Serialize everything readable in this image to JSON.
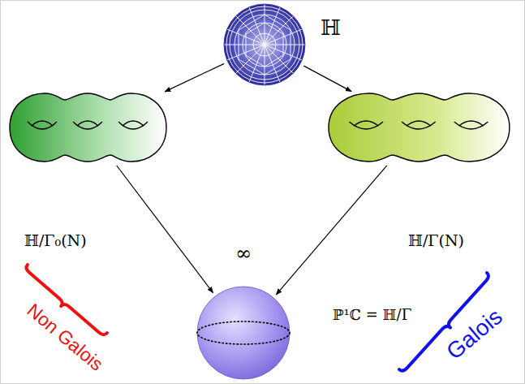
{
  "diagram": {
    "nodes": [
      {
        "text": [
          "ℍ"
        ]
      },
      {
        "text": [
          "ℍ/Γ₀(N)"
        ]
      },
      {
        "text": [
          "ℍ/Γ(N)"
        ]
      },
      {
        "text": [
          "ℙ¹ℂ = ℍ/Γ"
        ]
      }
    ],
    "edges": [
      {
        "from": 0,
        "to": 1,
        "arrow": "to"
      },
      {
        "from": 0,
        "to": 2,
        "arrow": "to"
      },
      {
        "from": 1,
        "to": 3,
        "arrow": "to"
      },
      {
        "from": 2,
        "to": 3,
        "arrow": "to"
      }
    ],
    "labels": [
      "∞",
      "Non Galois",
      "Galois"
    ]
  }
}
